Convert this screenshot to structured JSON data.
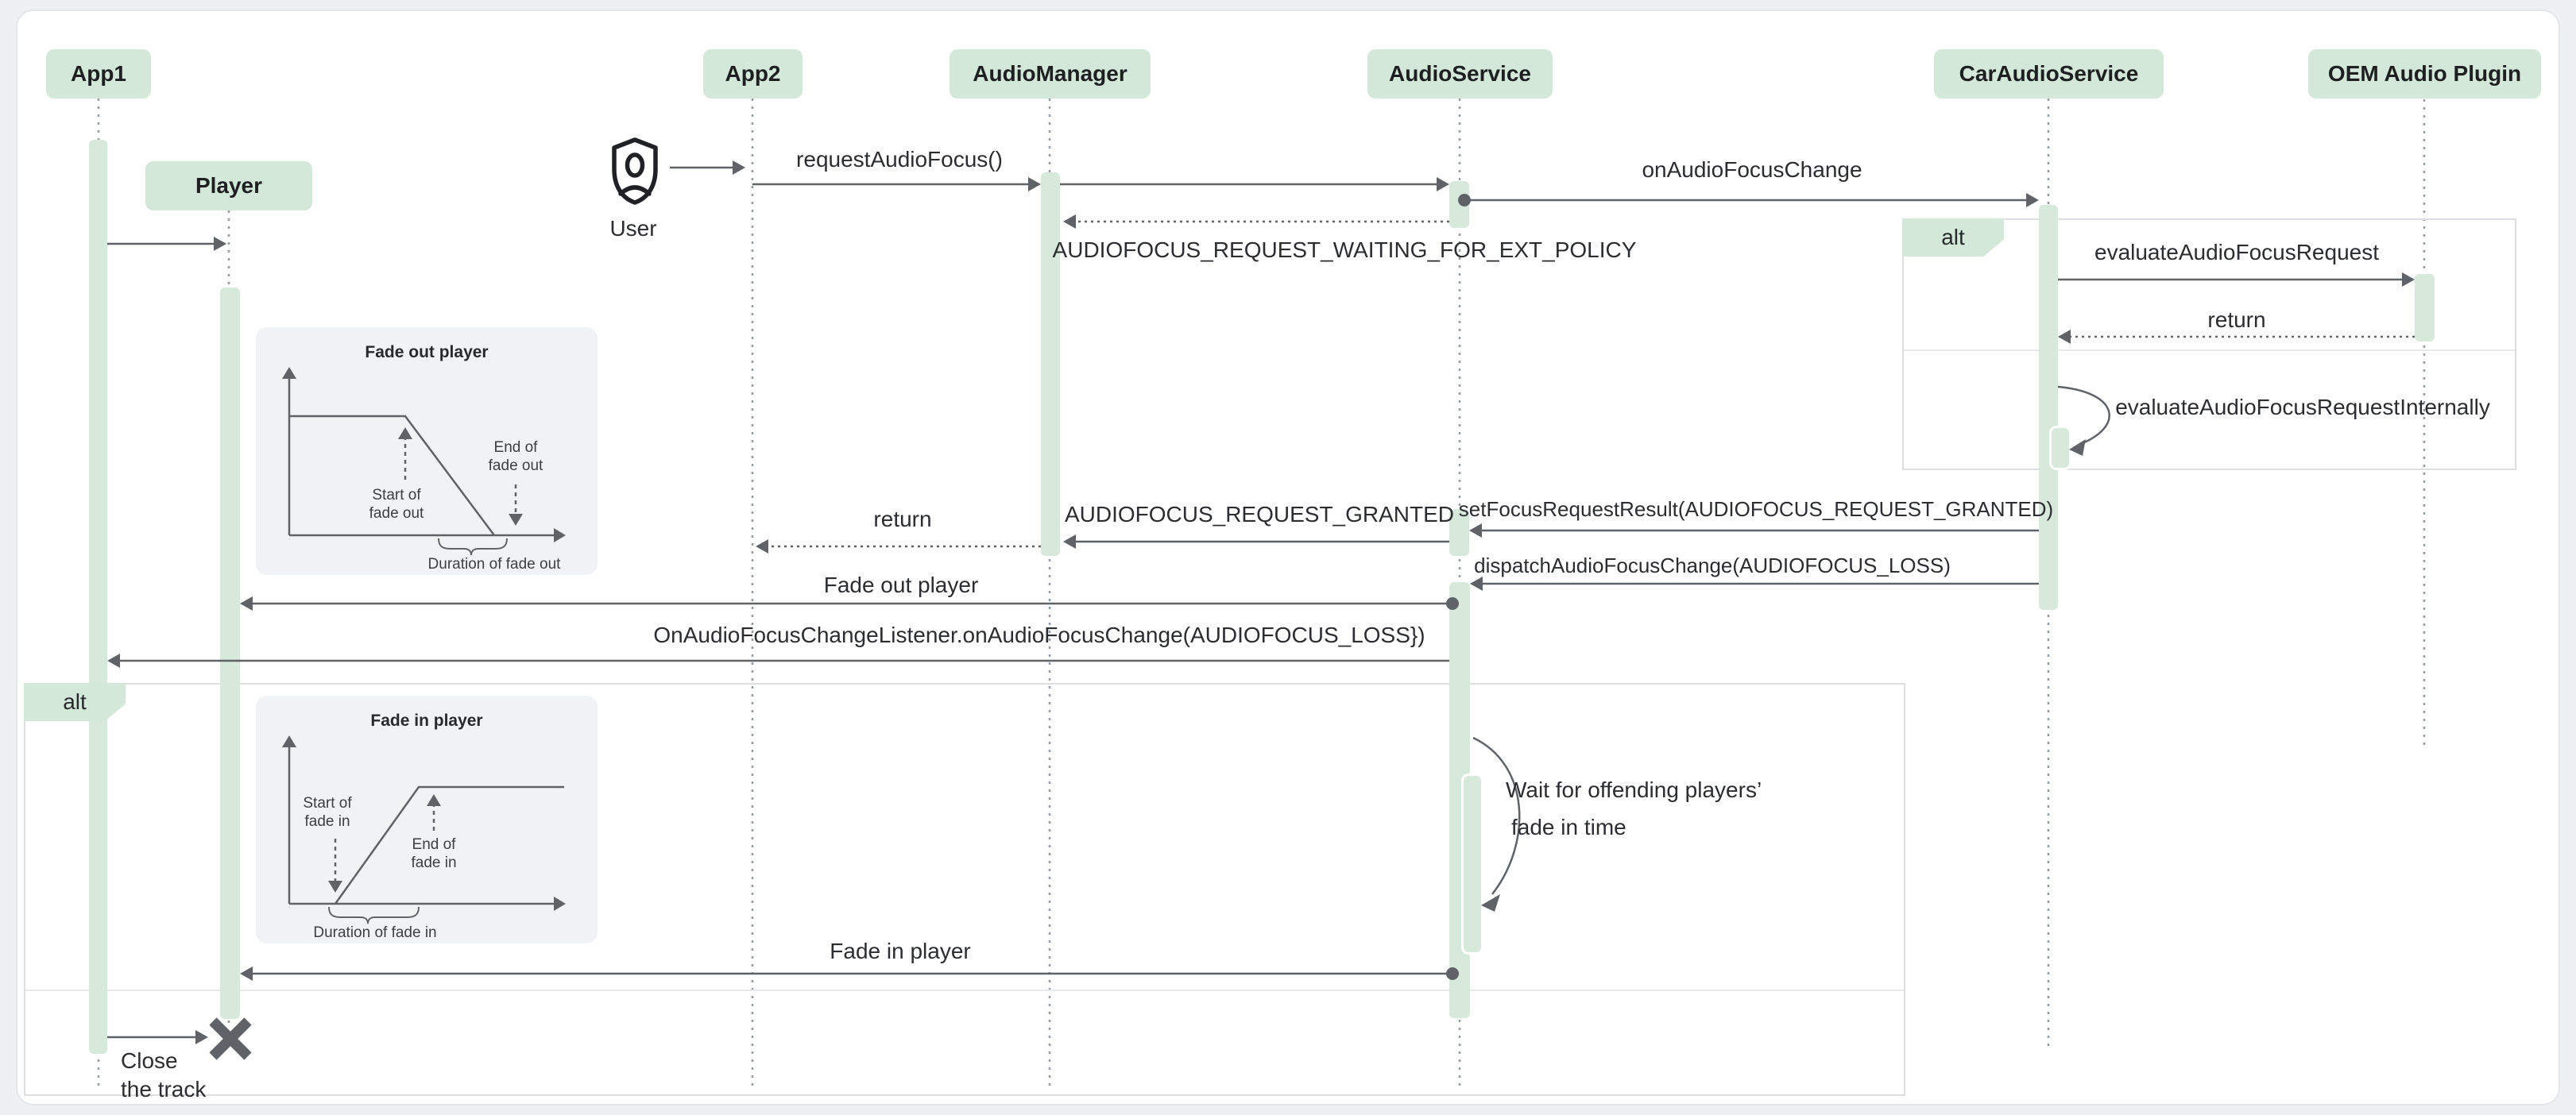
{
  "participants": [
    {
      "label": "App1"
    },
    {
      "label": "App2"
    },
    {
      "label": "AudioManager"
    },
    {
      "label": "AudioService"
    },
    {
      "label": "CarAudioService"
    },
    {
      "label": "OEM Audio Plugin"
    }
  ],
  "objects": {
    "player_label": "Player"
  },
  "actor": {
    "label": "User"
  },
  "fragments": {
    "outer_alt_label": "alt",
    "policy_alt_label": "alt"
  },
  "messages": {
    "request_audio_focus": "requestAudioFocus()",
    "on_audio_focus_change": "onAudioFocusChange",
    "waiting_ext_policy": "AUDIOFOCUS_REQUEST_WAITING_FOR_EXT_POLICY",
    "evaluate_audio_focus_request": "evaluateAudioFocusRequest",
    "return_right": "return",
    "evaluate_internally": "evaluateAudioFocusRequestInternally",
    "set_focus_request_result": "setFocusRequestResult(AUDIOFOCUS_REQUEST_GRANTED)",
    "request_granted": "AUDIOFOCUS_REQUEST_GRANTED",
    "return_left": "return",
    "dispatch_focus_change": "dispatchAudioFocusChange(AUDIOFOCUS_LOSS)",
    "fade_out_player": "Fade out player",
    "listener_callback": "OnAudioFocusChangeListener.onAudioFocusChange(AUDIOFOCUS_LOSS})",
    "fade_in_player": "Fade in player",
    "wait_line1": "Wait for offending players’",
    "wait_line2": "fade in time",
    "close_line1": "Close",
    "close_line2": "the track"
  },
  "insets": {
    "fade_out": {
      "title": "Fade out player",
      "start_l1": "Start of",
      "start_l2": "fade out",
      "end_l1": "End of",
      "end_l2": "fade out",
      "duration": "Duration of fade out"
    },
    "fade_in": {
      "title": "Fade in player",
      "start_l1": "Start of",
      "start_l2": "fade in",
      "end_l1": "End of",
      "end_l2": "fade in",
      "duration": "Duration of fade in"
    }
  },
  "colors": {
    "lifeline_green": "#d3e8d8",
    "arrow_gray": "#5f6368",
    "text_dark": "#202124",
    "inset_bg": "#f0f2f4",
    "page_bg": "#eef0f2",
    "panel_bg": "#ffffff",
    "fragment_border": "#dcdee2"
  }
}
